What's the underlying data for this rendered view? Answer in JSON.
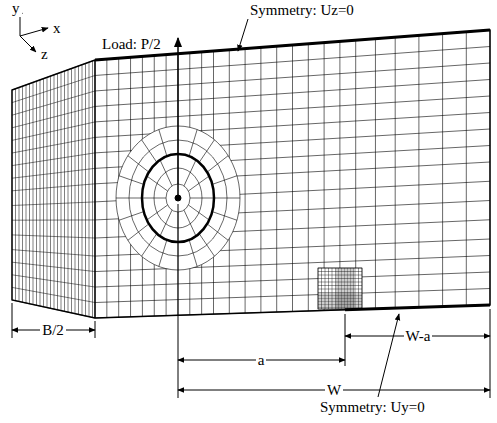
{
  "diagram": {
    "labels": [
      "y",
      "x",
      "z",
      "Symmetry: Uz=0",
      "Load: P/2",
      "B/2",
      "a",
      "W-a",
      "W",
      "Symmetry: Uy=0"
    ]
  }
}
